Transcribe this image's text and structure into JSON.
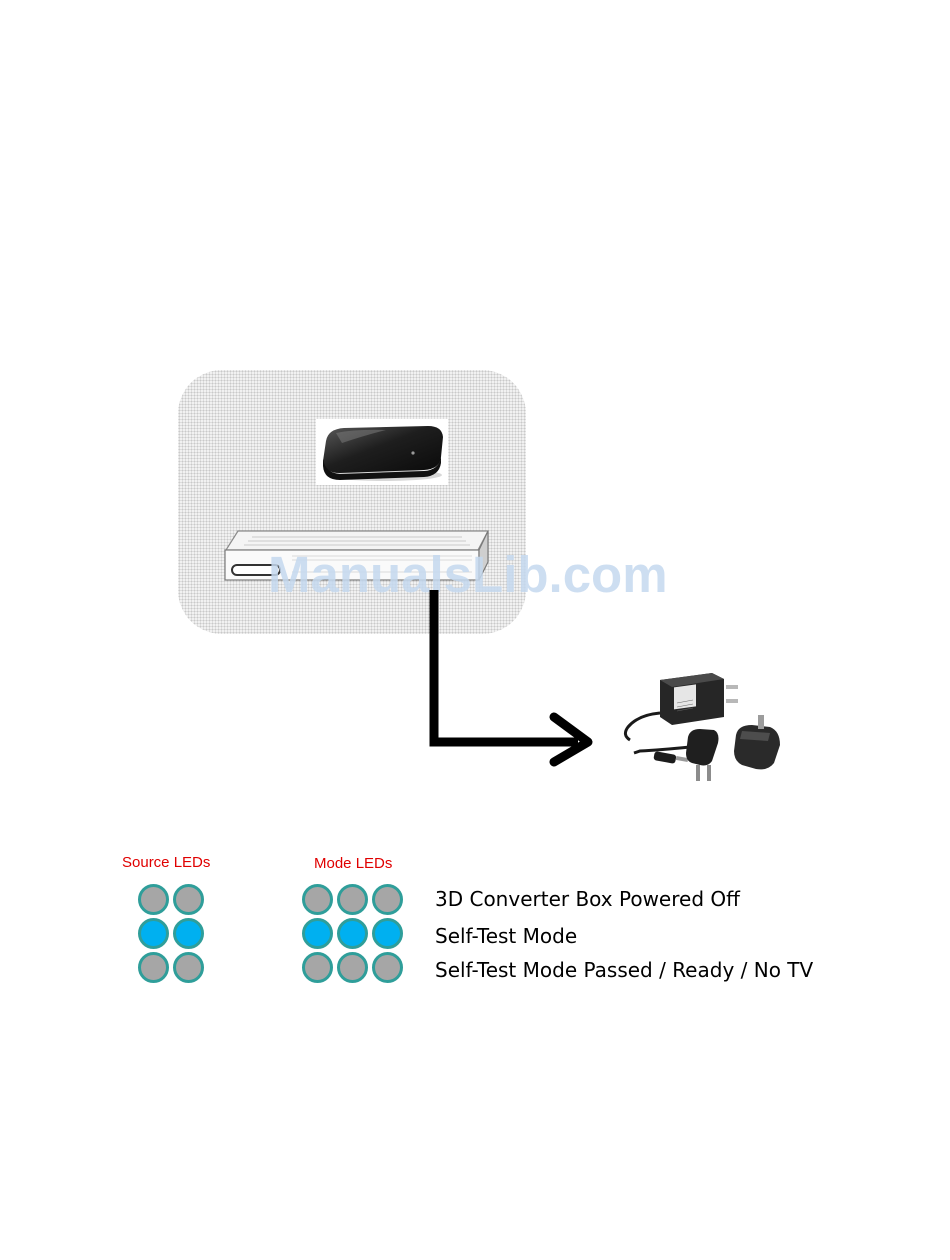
{
  "watermark": "ManualsLib.com",
  "colors": {
    "led_on": "#00b0f0",
    "led_off": "#a6a6a6",
    "led_ring": "#2f9e9a",
    "label_red": "#e00000",
    "cable": "#000000"
  },
  "legend": {
    "source_title": "Source LEDs",
    "mode_title": "Mode LEDs",
    "rows": [
      {
        "label": "3D Converter Box Powered Off",
        "source": [
          "off",
          "off"
        ],
        "mode": [
          "off",
          "off",
          "off"
        ]
      },
      {
        "label": "Self-Test Mode",
        "source": [
          "on",
          "on"
        ],
        "mode": [
          "on",
          "on",
          "on"
        ]
      },
      {
        "label": "Self-Test Mode Passed / Ready / No TV",
        "source": [
          "off",
          "off"
        ],
        "mode": [
          "off",
          "off",
          "off"
        ]
      }
    ]
  },
  "icons": {
    "player": "media-player-photo",
    "converter": "converter-box-icon",
    "adapter": "power-adapter-photo",
    "arrow": "cable-arrow-icon"
  }
}
